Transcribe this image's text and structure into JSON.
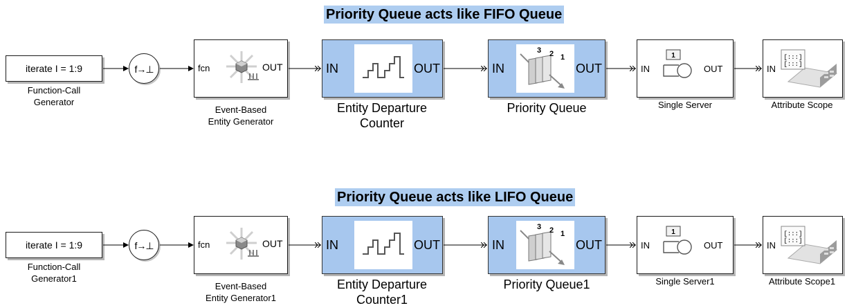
{
  "rows": [
    {
      "title": "Priority Queue acts like FIFO Queue",
      "function_call_generator": {
        "text": "iterate I = 1:9",
        "label": [
          "Function-Call",
          "Generator"
        ]
      },
      "function_splitter": {
        "glyph": "f→⊥"
      },
      "event_based_entity_generator": {
        "port_in": "fcn",
        "port_out": "OUT",
        "label": [
          "Event-Based",
          "Entity Generator"
        ]
      },
      "entity_departure_counter": {
        "port_in": "IN",
        "port_out": "OUT",
        "label": [
          "Entity Departure",
          "Counter"
        ]
      },
      "priority_queue": {
        "port_in": "IN",
        "port_out": "OUT",
        "label": [
          "Priority Queue"
        ],
        "icon_numbers": [
          "3",
          "2",
          "1"
        ]
      },
      "single_server": {
        "port_in": "IN",
        "port_out": "OUT",
        "label": [
          "Single Server"
        ],
        "icon_number": "1"
      },
      "attribute_scope": {
        "port_in": "IN",
        "label": [
          "Attribute Scope"
        ]
      }
    },
    {
      "title": "Priority Queue acts like LIFO Queue",
      "function_call_generator": {
        "text": "iterate I = 1:9",
        "label": [
          "Function-Call",
          "Generator1"
        ]
      },
      "function_splitter": {
        "glyph": "f→⊥"
      },
      "event_based_entity_generator": {
        "port_in": "fcn",
        "port_out": "OUT",
        "label": [
          "Event-Based",
          "Entity Generator1"
        ]
      },
      "entity_departure_counter": {
        "port_in": "IN",
        "port_out": "OUT",
        "label": [
          "Entity Departure",
          "Counter1"
        ]
      },
      "priority_queue": {
        "port_in": "IN",
        "port_out": "OUT",
        "label": [
          "Priority Queue1"
        ],
        "icon_numbers": [
          "3",
          "2",
          "1"
        ]
      },
      "single_server": {
        "port_in": "IN",
        "port_out": "OUT",
        "label": [
          "Single Server1"
        ],
        "icon_number": "1"
      },
      "attribute_scope": {
        "port_in": "IN",
        "label": [
          "Attribute Scope1"
        ]
      }
    }
  ]
}
